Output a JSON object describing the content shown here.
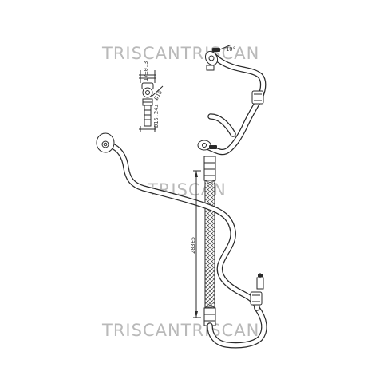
{
  "watermark": {
    "text_top": "TRISCANTRISCAN",
    "text_middle": "TRISCAN",
    "text_bottom": "TRISCANTRISCAN",
    "color": "#b9b9b9"
  },
  "dimensions": {
    "height": "17±0.3",
    "bore": "Ø10",
    "pipe_diameter": "Ø16.24±",
    "length": "283±5",
    "angle": "10°"
  },
  "colors": {
    "line": "#2a2a2a",
    "background": "#ffffff"
  }
}
